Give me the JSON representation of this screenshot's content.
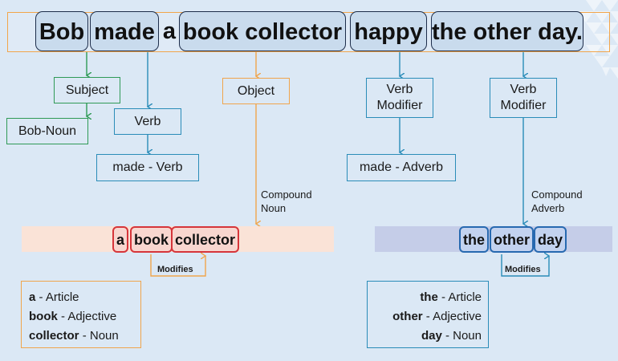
{
  "sentence": {
    "words": [
      "Bob",
      "made",
      "a",
      "book collector",
      "happy",
      "the other day."
    ]
  },
  "labels": {
    "subject": "Subject",
    "bob_noun": "Bob-Noun",
    "verb": "Verb",
    "made_verb": "made - Verb",
    "object": "Object",
    "verb_modifier_1": "Verb\nModifier",
    "made_adverb": "made - Adverb",
    "verb_modifier_2": "Verb\nModifier",
    "compound_noun": "Compound\nNoun",
    "compound_adverb": "Compound\nAdverb",
    "modifies_1": "Modifies",
    "modifies_2": "Modifies"
  },
  "compound_noun_words": [
    "a",
    "book",
    "collector"
  ],
  "compound_adverb_words": [
    "the",
    "other",
    "day"
  ],
  "legend_noun": [
    {
      "word": "a",
      "role": " - Article"
    },
    {
      "word": "book",
      "role": " - Adjective"
    },
    {
      "word": "collector",
      "role": " - Noun"
    }
  ],
  "legend_adverb": [
    {
      "word": "the",
      "role": " - Article"
    },
    {
      "word": "other",
      "role": " - Adjective"
    },
    {
      "word": "day",
      "role": " - Noun"
    }
  ],
  "colors": {
    "green": "#2f9a56",
    "teal": "#2a8cb8",
    "orange": "#f0a54c",
    "red": "#d6353a",
    "blue": "#2769b0",
    "background": "#dbe8f5"
  }
}
